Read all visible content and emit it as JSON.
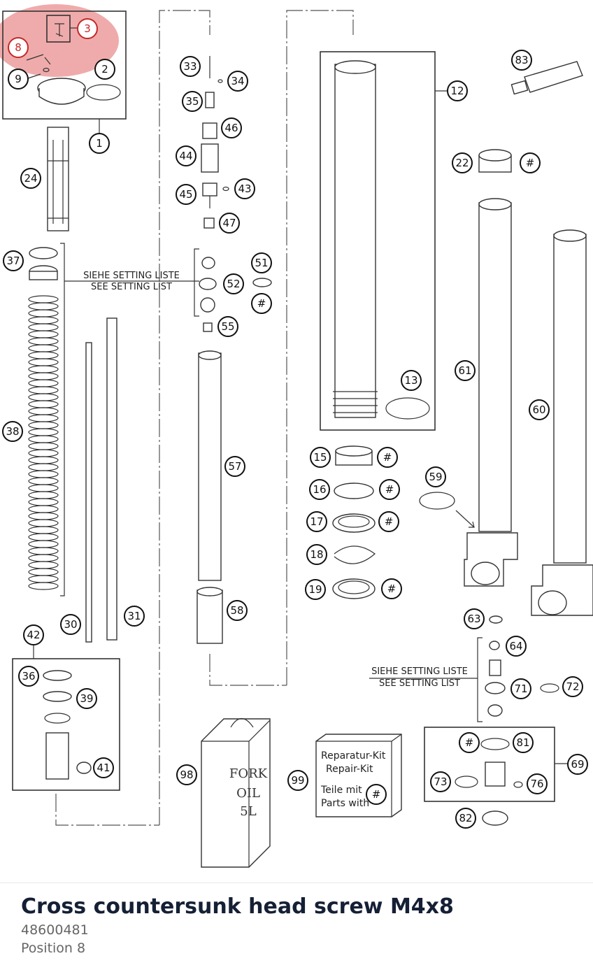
{
  "part": {
    "title": "Cross countersunk head screw M4x8",
    "number": "48600481",
    "position": "Position 8"
  },
  "diagram": {
    "highlight_color": "#e57373",
    "callouts": [
      {
        "id": "c1",
        "label": "1"
      },
      {
        "id": "c2",
        "label": "2"
      },
      {
        "id": "c3",
        "label": "3",
        "highlight": true
      },
      {
        "id": "c8",
        "label": "8",
        "highlight": true
      },
      {
        "id": "c9",
        "label": "9"
      },
      {
        "id": "c12",
        "label": "12"
      },
      {
        "id": "c13",
        "label": "13"
      },
      {
        "id": "c15",
        "label": "15"
      },
      {
        "id": "c16",
        "label": "16"
      },
      {
        "id": "c17",
        "label": "17"
      },
      {
        "id": "c18",
        "label": "18"
      },
      {
        "id": "c19",
        "label": "19"
      },
      {
        "id": "c22",
        "label": "22"
      },
      {
        "id": "c24",
        "label": "24"
      },
      {
        "id": "c30",
        "label": "30"
      },
      {
        "id": "c31",
        "label": "31"
      },
      {
        "id": "c33",
        "label": "33"
      },
      {
        "id": "c34",
        "label": "34"
      },
      {
        "id": "c35",
        "label": "35"
      },
      {
        "id": "c36",
        "label": "36"
      },
      {
        "id": "c37",
        "label": "37"
      },
      {
        "id": "c38",
        "label": "38"
      },
      {
        "id": "c39",
        "label": "39"
      },
      {
        "id": "c41",
        "label": "41"
      },
      {
        "id": "c42",
        "label": "42"
      },
      {
        "id": "c43",
        "label": "43"
      },
      {
        "id": "c44",
        "label": "44"
      },
      {
        "id": "c45",
        "label": "45"
      },
      {
        "id": "c46",
        "label": "46"
      },
      {
        "id": "c47",
        "label": "47"
      },
      {
        "id": "c51",
        "label": "51"
      },
      {
        "id": "c52",
        "label": "52"
      },
      {
        "id": "c55",
        "label": "55"
      },
      {
        "id": "c57",
        "label": "57"
      },
      {
        "id": "c58",
        "label": "58"
      },
      {
        "id": "c59",
        "label": "59"
      },
      {
        "id": "c60",
        "label": "60"
      },
      {
        "id": "c61",
        "label": "61"
      },
      {
        "id": "c63",
        "label": "63"
      },
      {
        "id": "c64",
        "label": "64"
      },
      {
        "id": "c69",
        "label": "69"
      },
      {
        "id": "c71",
        "label": "71"
      },
      {
        "id": "c72",
        "label": "72"
      },
      {
        "id": "c73",
        "label": "73"
      },
      {
        "id": "c76",
        "label": "76"
      },
      {
        "id": "c81",
        "label": "81"
      },
      {
        "id": "c82",
        "label": "82"
      },
      {
        "id": "c83",
        "label": "83"
      },
      {
        "id": "c98",
        "label": "98"
      },
      {
        "id": "c99",
        "label": "99"
      },
      {
        "id": "h22",
        "label": "#"
      },
      {
        "id": "h51",
        "label": "#"
      },
      {
        "id": "h15",
        "label": "#"
      },
      {
        "id": "h16",
        "label": "#"
      },
      {
        "id": "h17",
        "label": "#"
      },
      {
        "id": "h19",
        "label": "#"
      },
      {
        "id": "h81",
        "label": "#"
      },
      {
        "id": "hkit",
        "label": "#"
      }
    ],
    "setting_list": {
      "de": "SIEHE SETTING LISTE",
      "en": "SEE SETTING LIST"
    },
    "repair_kit": {
      "line1": "Reparatur-Kit",
      "line2": "Repair-Kit",
      "line3": "Teile mit",
      "line4": "Parts with"
    },
    "oil_can": {
      "line1": "FORK",
      "line2": "OIL",
      "line3": "5L"
    }
  }
}
